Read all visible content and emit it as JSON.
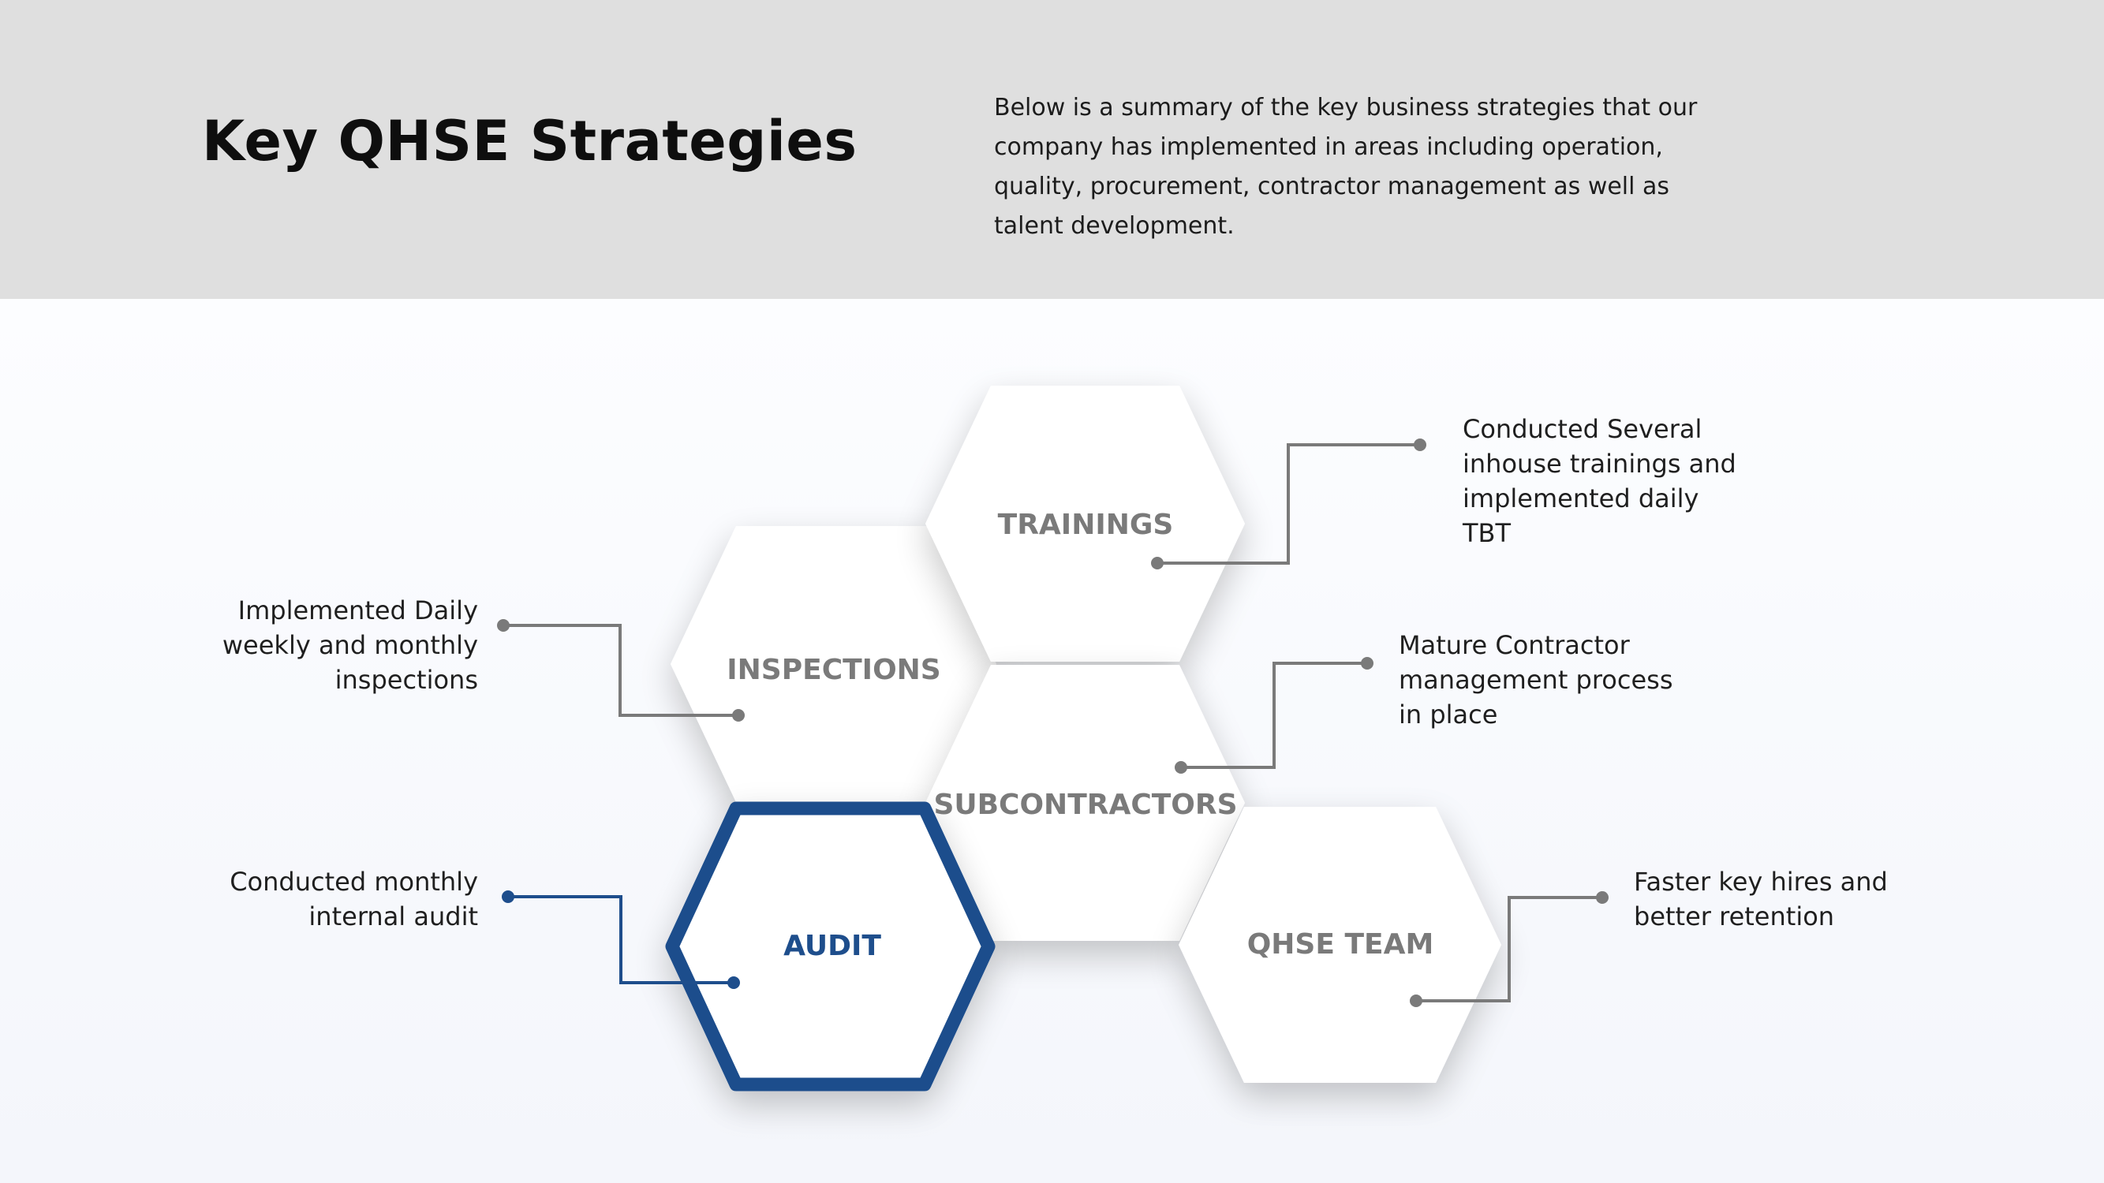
{
  "header": {
    "title": "Key QHSE Strategies",
    "summary": "Below is a summary of the key business strategies that our company has implemented  in areas including operation, quality, procurement, contractor management as well as talent development."
  },
  "hexagons": {
    "trainings": "TRAININGS",
    "inspections": "INSPECTIONS",
    "subcontractors": "SUBCONTRACTORS",
    "audit": "AUDIT",
    "qhse_team": "QHSE TEAM"
  },
  "notes": {
    "trainings": "Conducted Several\ninhouse trainings and\nimplemented daily\nTBT",
    "inspections": "Implemented Daily\nweekly and monthly\ninspections",
    "subcontractors": "Mature Contractor\nmanagement process\nin place",
    "audit": "Conducted monthly\ninternal audit",
    "qhse_team": "Faster key hires and\nbetter retention"
  },
  "colors": {
    "header_bg": "#dfdfdf",
    "accent": "#1e4e8c",
    "connector": "#7a7a7a",
    "hex_fill": "#ffffff"
  }
}
